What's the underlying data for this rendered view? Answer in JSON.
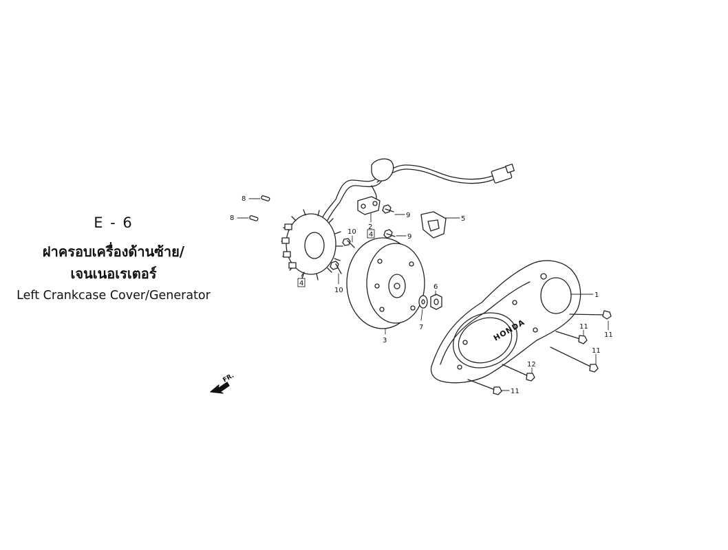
{
  "header": {
    "code": "E - 6",
    "title_th_line1": "ฝาครอบเครื่องด้านซ้าย/",
    "title_th_line2": "เจนเนอเรเตอร์",
    "title_en": "Left Crankcase Cover/Generator"
  },
  "front_marker": "FR.",
  "brand_mark": "HONDA",
  "callouts": {
    "c1": "1",
    "c2": "2",
    "c2_box": "4",
    "c3": "3",
    "c4_box": "4",
    "c5": "5",
    "c6": "6",
    "c7": "7",
    "c8a": "8",
    "c8b": "8",
    "c9a": "9",
    "c9b": "9",
    "c10a": "10",
    "c10b": "10",
    "c11a": "11",
    "c11b": "11",
    "c11c": "11",
    "c11d": "11",
    "c12": "12"
  }
}
